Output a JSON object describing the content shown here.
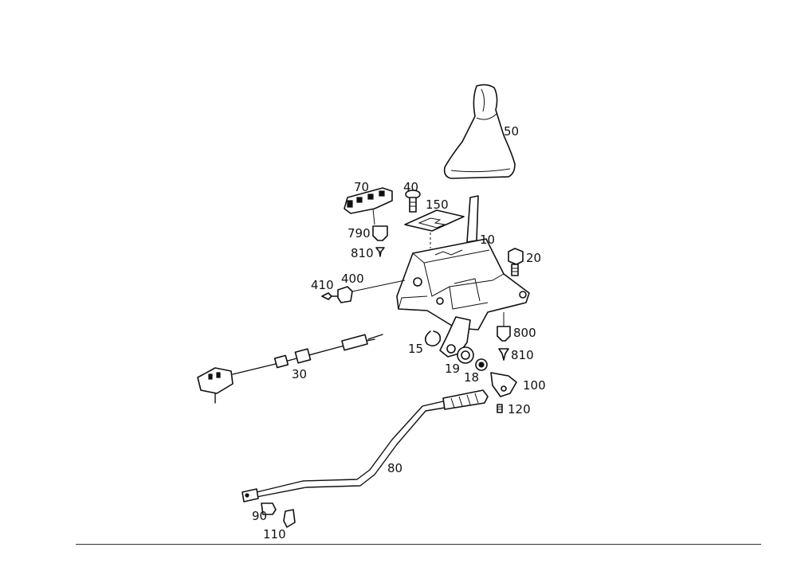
{
  "labels": {
    "p50": "50",
    "p70": "70",
    "p40": "40",
    "p150": "150",
    "p790": "790",
    "p810a": "810",
    "p10": "10",
    "p20": "20",
    "p410": "410",
    "p400": "400",
    "p800": "800",
    "p810b": "810",
    "p15": "15",
    "p30": "30",
    "p19": "19",
    "p18": "18",
    "p100": "100",
    "p120": "120",
    "p80": "80",
    "p90": "90",
    "p110": "110"
  }
}
